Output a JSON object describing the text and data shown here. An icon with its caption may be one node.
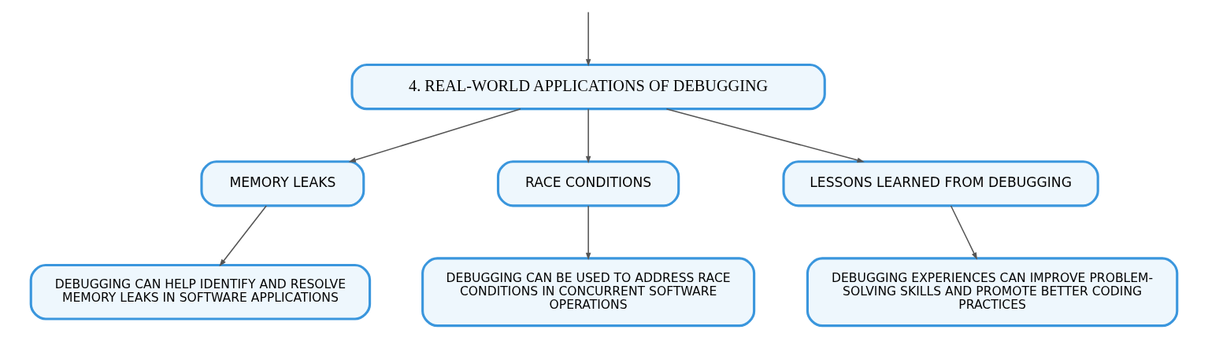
{
  "diagram": {
    "nodes": [
      {
        "text": [
          "4. REAL-WORLD APPLICATIONS OF DEBUGGING"
        ]
      },
      {
        "text": [
          "MEMORY LEAKS"
        ]
      },
      {
        "text": [
          "RACE CONDITIONS"
        ]
      },
      {
        "text": [
          "LESSONS LEARNED FROM DEBUGGING"
        ]
      },
      {
        "text": [
          "DEBUGGING CAN HELP IDENTIFY AND RESOLVE MEMORY LEAKS IN SOFTWARE APPLICATIONS"
        ]
      },
      {
        "text": [
          "DEBUGGING CAN BE USED TO ADDRESS RACE CONDITIONS IN CONCURRENT SOFTWARE OPERATIONS"
        ]
      },
      {
        "text": [
          "DEBUGGING EXPERIENCES CAN IMPROVE PROBLEM-SOLVING SKILLS AND PROMOTE BETTER CODING PRACTICES"
        ]
      }
    ],
    "edges": [
      {
        "from": null,
        "to": 0,
        "arrow": "to"
      },
      {
        "from": 0,
        "to": 1,
        "arrow": "to"
      },
      {
        "from": 0,
        "to": 2,
        "arrow": "to"
      },
      {
        "from": 0,
        "to": 3,
        "arrow": "to"
      },
      {
        "from": 1,
        "to": 4,
        "arrow": "to"
      },
      {
        "from": 2,
        "to": 5,
        "arrow": "to"
      },
      {
        "from": 3,
        "to": 6,
        "arrow": "to"
      }
    ]
  }
}
